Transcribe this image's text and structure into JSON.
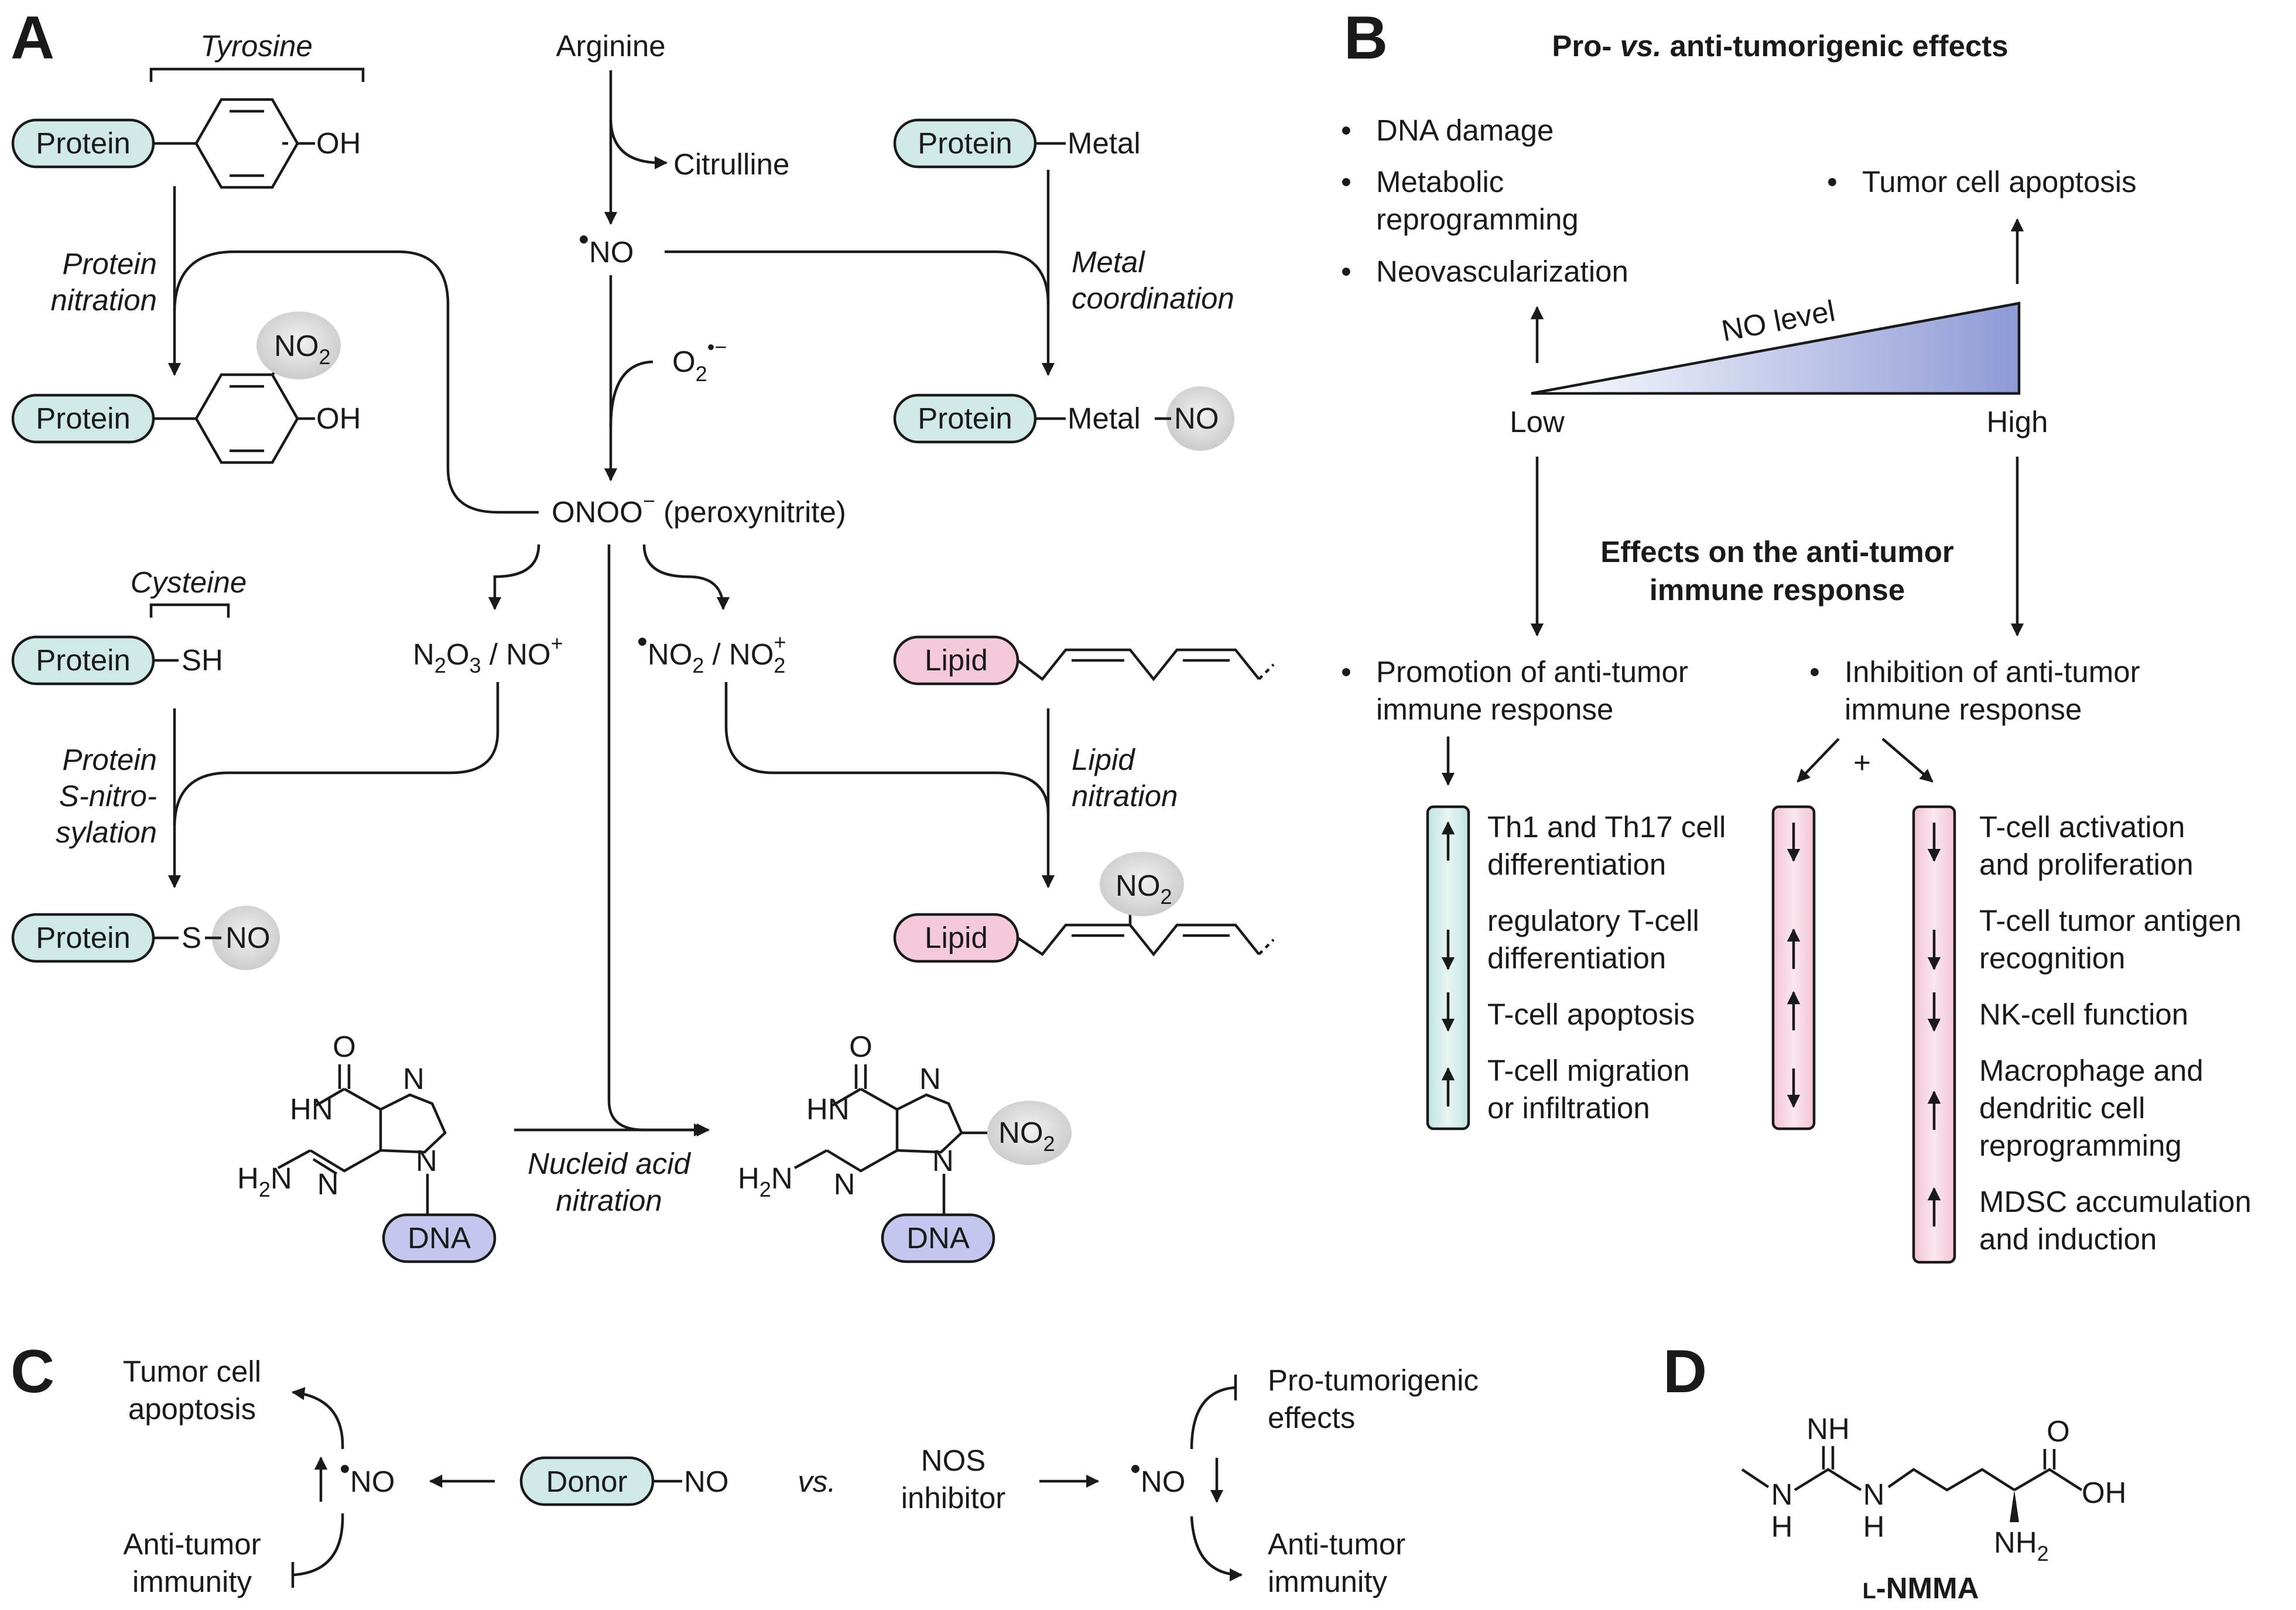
{
  "panels": {
    "a": "A",
    "b": "B",
    "c": "C",
    "d": "D"
  },
  "colors": {
    "protein": "#cfe9e7",
    "lipid": "#f4c9da",
    "dna": "#c4c6ee",
    "no_level_high": "#8e9ad6",
    "nitro_highlight": "#d9d9d9"
  },
  "a": {
    "tyrosine": "Tyrosine",
    "protein": "Protein",
    "oh": "OH",
    "protein_nitration_1": "Protein",
    "protein_nitration_2": "nitration",
    "no2": "NO",
    "no2_sub": "2",
    "arginine": "Arginine",
    "citrulline": "Citrulline",
    "no_dot": "•",
    "no": "NO",
    "superoxide": "O",
    "superoxide_sub": "2",
    "superoxide_sup": "•−",
    "onoo": "ONOO",
    "onoo_sup": "−",
    "peroxynitrite": " (peroxynitrite)",
    "metal": "Metal",
    "metal_coord_1": "Metal",
    "metal_coord_2": "coordination",
    "metal_no": "Metal",
    "cysteine": "Cysteine",
    "sh": "SH",
    "n2o3_n": "N",
    "n2o3_2": "2",
    "n2o3_o": "O",
    "n2o3_3": "3",
    "n2o3_rest": " / NO",
    "n2o3_plus": "+",
    "no2_radical": "NO",
    "no2_radical_sub": "2",
    "no2_plus_pre": " / NO",
    "no2_plus_sub": "2",
    "no2_plus_sup": "+",
    "lipid": "Lipid",
    "s_nitro_1": "Protein",
    "s_nitro_2": "S-nitro-",
    "s_nitro_3": "sylation",
    "s": "S",
    "lipid_nitration_1": "Lipid",
    "lipid_nitration_2": "nitration",
    "guanine_o": "O",
    "guanine_hn": "HN",
    "guanine_n": "N",
    "guanine_h2n": "H",
    "guanine_h2n_sub": "2",
    "guanine_h2n_n": "N",
    "dna": "DNA",
    "nucleic_1": "Nucleid acid",
    "nucleic_2": "nitration"
  },
  "b": {
    "title_pre": "Pro- ",
    "title_vs": "vs.",
    "title_post": " anti-tumorigenic effects",
    "pro_items": [
      "DNA damage",
      "Metabolic",
      "reprogramming",
      "Neovascularization"
    ],
    "anti_item": "Tumor cell apoptosis",
    "no_level": "NO level",
    "low": "Low",
    "high": "High",
    "immune_title_1": "Effects on the anti-tumor",
    "immune_title_2": "immune response",
    "promotion_1": "Promotion of anti-tumor",
    "promotion_2": "immune response",
    "inhibition_1": "Inhibition of anti-tumor",
    "inhibition_2": "immune response",
    "plus": "+",
    "left_effects": [
      [
        "Th1 and Th17 cell",
        "differentiation"
      ],
      [
        "regulatory T-cell",
        "differentiation"
      ],
      [
        "T-cell apoptosis"
      ],
      [
        "T-cell migration",
        "or infiltration"
      ]
    ],
    "right_effects": [
      [
        "T-cell activation",
        "and proliferation"
      ],
      [
        "T-cell tumor antigen",
        "recognition"
      ],
      [
        "NK-cell function"
      ],
      [
        "Macrophage and",
        "dendritic cell",
        "reprogramming"
      ],
      [
        "MDSC accumulation",
        "and induction"
      ]
    ],
    "bullet": "•"
  },
  "c": {
    "tumor_apoptosis_1": "Tumor cell",
    "tumor_apoptosis_2": "apoptosis",
    "anti_tumor_1": "Anti-tumor",
    "anti_tumor_2": "immunity",
    "no": "NO",
    "donor": "Donor",
    "donor_no": "NO",
    "vs": "vs.",
    "nos_1": "NOS",
    "nos_2": "inhibitor",
    "pro_tumor_1": "Pro-tumorigenic",
    "pro_tumor_2": "effects",
    "anti_tumor_r1": "Anti-tumor",
    "anti_tumor_r2": "immunity"
  },
  "d": {
    "nh_top": "NH",
    "o": "O",
    "n1": "N",
    "h1": "H",
    "n2": "N",
    "h2": "H",
    "oh": "OH",
    "nh2": "NH",
    "nh2_sub": "2",
    "name_l": "L",
    "name_rest": "-NMMA"
  }
}
